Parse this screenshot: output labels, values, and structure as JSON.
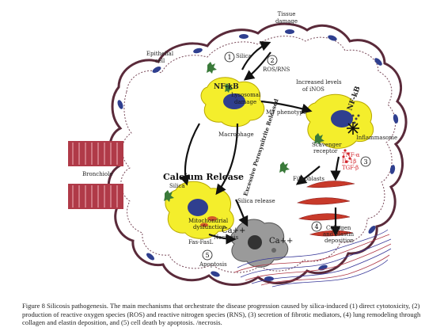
{
  "diagram": {
    "labels": {
      "tissue_damage_1": "Tissue",
      "tissue_damage_2": "damage",
      "epithelial_1": "Epithelial",
      "epithelial_2": "cell",
      "silica_top": "Silica",
      "ros_rns": "ROS/RNS",
      "nfkb_macrophage": "NF-kB",
      "lysosomal_1": "Lysosomal",
      "lysosomal_2": "damage",
      "macrophage": "Macrophage",
      "increased_1": "Increased levels",
      "increased_2": "of iNOS",
      "m1_phenotype": "M1 phenotype",
      "nfkb_m1": "NF-kB",
      "scavenger_1": "Scavenger",
      "scavenger_2": "receptor",
      "inflammasome": "Inflammasome",
      "tnf": "TNF-α",
      "il1": "IL-1β",
      "tgf": "TGF-β",
      "bronchiole": "Bronchiole",
      "calcium_release": "Calcium Release",
      "peroxynitrite": "Excessive Peroxynitrite Released",
      "silica_left": "Silica",
      "silica_release": "Silica release",
      "mito_1": "Mitochondrial",
      "mito_2": "dysfunction",
      "ca_1": "Ca++",
      "ca_2": "Ca++",
      "necrosis": "Necrosis",
      "fas_fasl": "Fas-FasL",
      "apoptosis": "Apoptosis",
      "fibroblasts": "Fibroblasts",
      "collagen_1": "Collagen",
      "collagen_2": "and elastin",
      "collagen_3": "deposition",
      "num_1": "1",
      "num_2": "2",
      "num_3": "3",
      "num_4": "4",
      "num_5": "5"
    },
    "colors": {
      "cell_yellow": "#f4ee2c",
      "nucleus_blue": "#2f3f8f",
      "bronchiole_red": "#b03a48",
      "fibroblast_red": "#c83a2a",
      "cytokine_red": "#d2232a",
      "outline": "#5a2a3a"
    }
  },
  "caption": {
    "lead": "Figure 8  Silicosis pathogenesis.",
    "body": "The main mechanisms that orchestrate the disease progression caused by silica-induced (1) direct cytotoxicity, (2) production of reactive oxygen species (ROS) and reactive nitrogen species (RNS), (3) secretion of fibrotic mediators, (4) lung remodeling through collagen and elastin deposition, and (5) cell death by apoptosis. /necrosis."
  }
}
